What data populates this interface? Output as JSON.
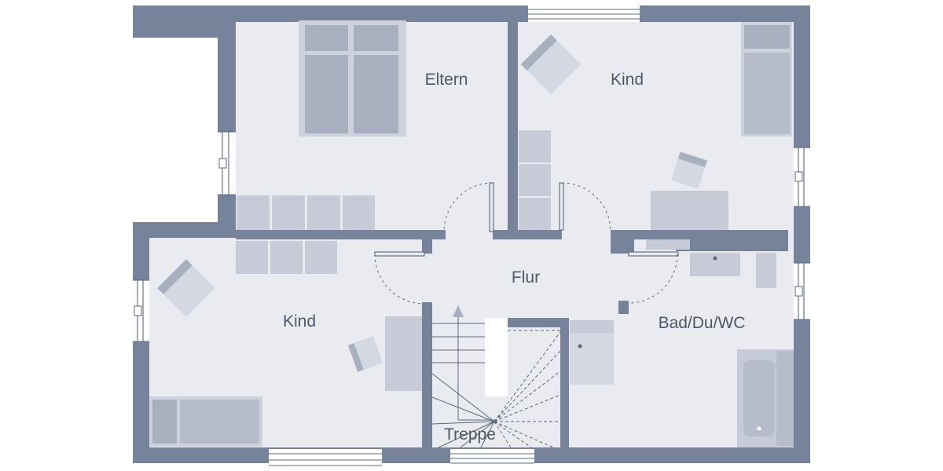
{
  "rooms": {
    "eltern": {
      "label": "Eltern"
    },
    "kind_top": {
      "label": "Kind"
    },
    "kind_bottom": {
      "label": "Kind"
    },
    "flur": {
      "label": "Flur"
    },
    "bad": {
      "label": "Bad/Du/WC"
    },
    "treppe": {
      "label": "Treppe"
    }
  },
  "colors": {
    "wall": "#76839a",
    "floor": "#e9ebf1",
    "line": "#5d6879",
    "label": "#4d5868",
    "furn-light": "#d4d8e2",
    "furn-mid": "#c6cbd7",
    "furn-midd": "#b6bcca",
    "furn-dark": "#a8afbf",
    "furn-back": "#cdd2dd"
  }
}
